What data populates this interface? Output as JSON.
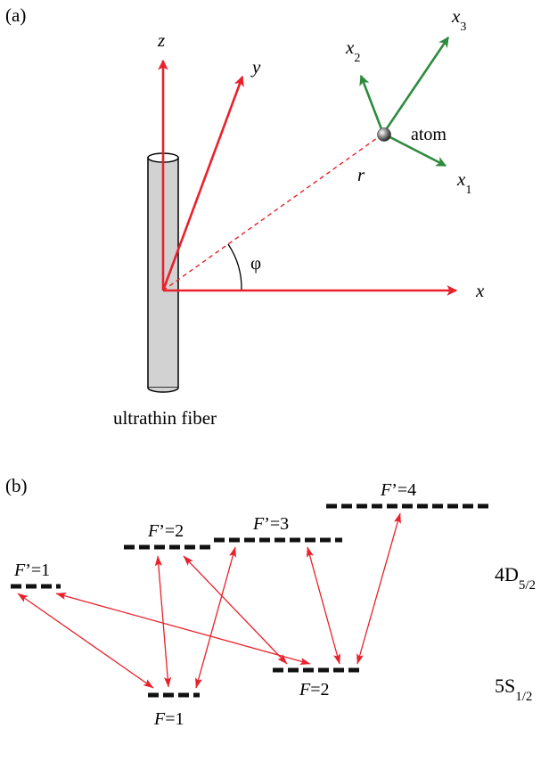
{
  "panel_a": {
    "label": "(a)",
    "axes": {
      "z": "z",
      "y": "y",
      "x": "x"
    },
    "atom_axes": {
      "x1": {
        "base": "x",
        "sub": "1"
      },
      "x2": {
        "base": "x",
        "sub": "2"
      },
      "x3": {
        "base": "x",
        "sub": "3"
      }
    },
    "atom_label": "atom",
    "r_label": "r",
    "angle_label": "φ",
    "fiber_label": "ultrathin fiber",
    "colors": {
      "lab_axes": "#e8212b",
      "atom_axes": "#2e8b3e",
      "fiber": "#d2d2d2"
    }
  },
  "panel_b": {
    "label": "(b)",
    "upper_manifold": {
      "base": "4D",
      "sub": "5/2"
    },
    "lower_manifold": {
      "base": "5S",
      "sub": "1/2"
    },
    "upper_levels": [
      {
        "italic": "F",
        "rest": "’=1"
      },
      {
        "italic": "F",
        "rest": "’=2"
      },
      {
        "italic": "F",
        "rest": "’=3"
      },
      {
        "italic": "F",
        "rest": "’=4"
      }
    ],
    "lower_levels": [
      {
        "italic": "F",
        "rest": "=1"
      },
      {
        "italic": "F",
        "rest": "=2"
      }
    ],
    "colors": {
      "levels": "#111111",
      "transitions": "#e8212b"
    }
  }
}
